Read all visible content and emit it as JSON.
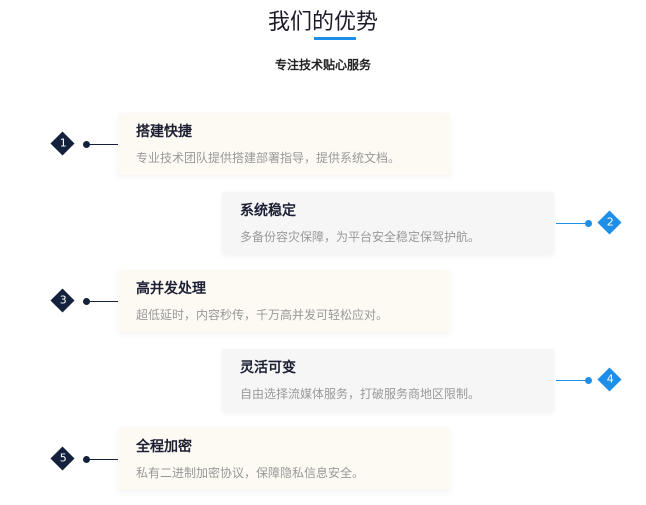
{
  "header": {
    "title": "我们的优势",
    "subtitle": "专注技术贴心服务"
  },
  "colors": {
    "accent": "#1e8fe8",
    "dark": "#14213d"
  },
  "items": [
    {
      "num": "1",
      "title": "搭建快捷",
      "desc": "专业技术团队提供搭建部署指导，提供系统文档。",
      "side": "left"
    },
    {
      "num": "2",
      "title": "系统稳定",
      "desc": "多备份容灾保障，为平台安全稳定保驾护航。",
      "side": "right"
    },
    {
      "num": "3",
      "title": "高并发处理",
      "desc": "超低延时，内容秒传，千万高并发可轻松应对。",
      "side": "left"
    },
    {
      "num": "4",
      "title": "灵活可变",
      "desc": "自由选择流媒体服务，打破服务商地区限制。",
      "side": "right"
    },
    {
      "num": "5",
      "title": "全程加密",
      "desc": "私有二进制加密协议，保障隐私信息安全。",
      "side": "left"
    }
  ]
}
